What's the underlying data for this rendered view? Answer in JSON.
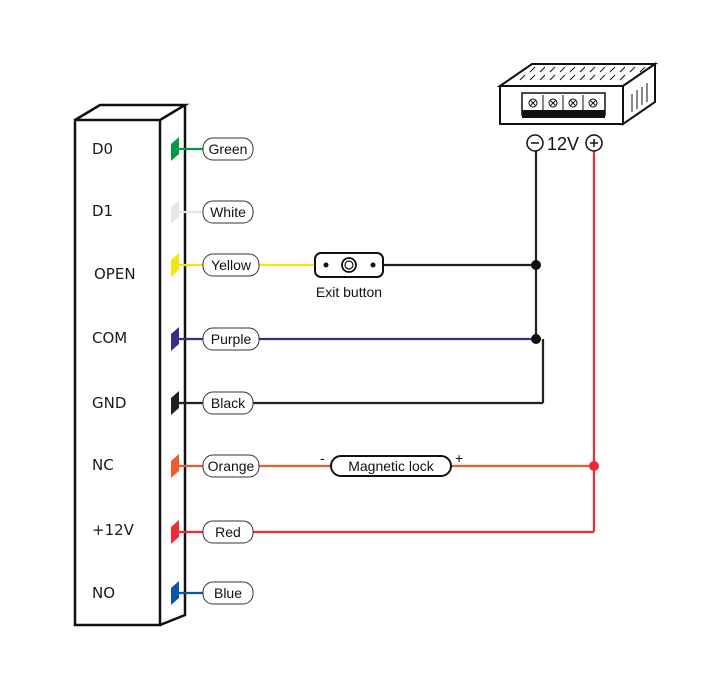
{
  "diagram": {
    "title": "Access controller wiring diagram",
    "controller": {
      "pins": [
        {
          "pin": "D0",
          "wire": "Green",
          "color": "#009a44"
        },
        {
          "pin": "D1",
          "wire": "White",
          "color": "#e6e6e6"
        },
        {
          "pin": "OPEN",
          "wire": "Yellow",
          "color": "#f5e50a"
        },
        {
          "pin": "COM",
          "wire": "Purple",
          "color": "#3d2a85"
        },
        {
          "pin": "GND",
          "wire": "Black",
          "color": "#231f20"
        },
        {
          "pin": "NC",
          "wire": "Orange",
          "color": "#f15a2b"
        },
        {
          "pin": "+12V",
          "wire": "Red",
          "color": "#ee2a33"
        },
        {
          "pin": "NO",
          "wire": "Blue",
          "color": "#0b56a4"
        }
      ]
    },
    "exit_button": {
      "label": "Exit button"
    },
    "magnetic_lock": {
      "label": "Magnetic lock",
      "minus": "-",
      "plus": "+"
    },
    "power_supply": {
      "voltage": "12V",
      "minus_symbol": "−",
      "plus_symbol": "+"
    },
    "colors": {
      "black_wire": "#231f20",
      "red_wire": "#ee2a33",
      "orange_wire": "#f15a2b"
    }
  }
}
